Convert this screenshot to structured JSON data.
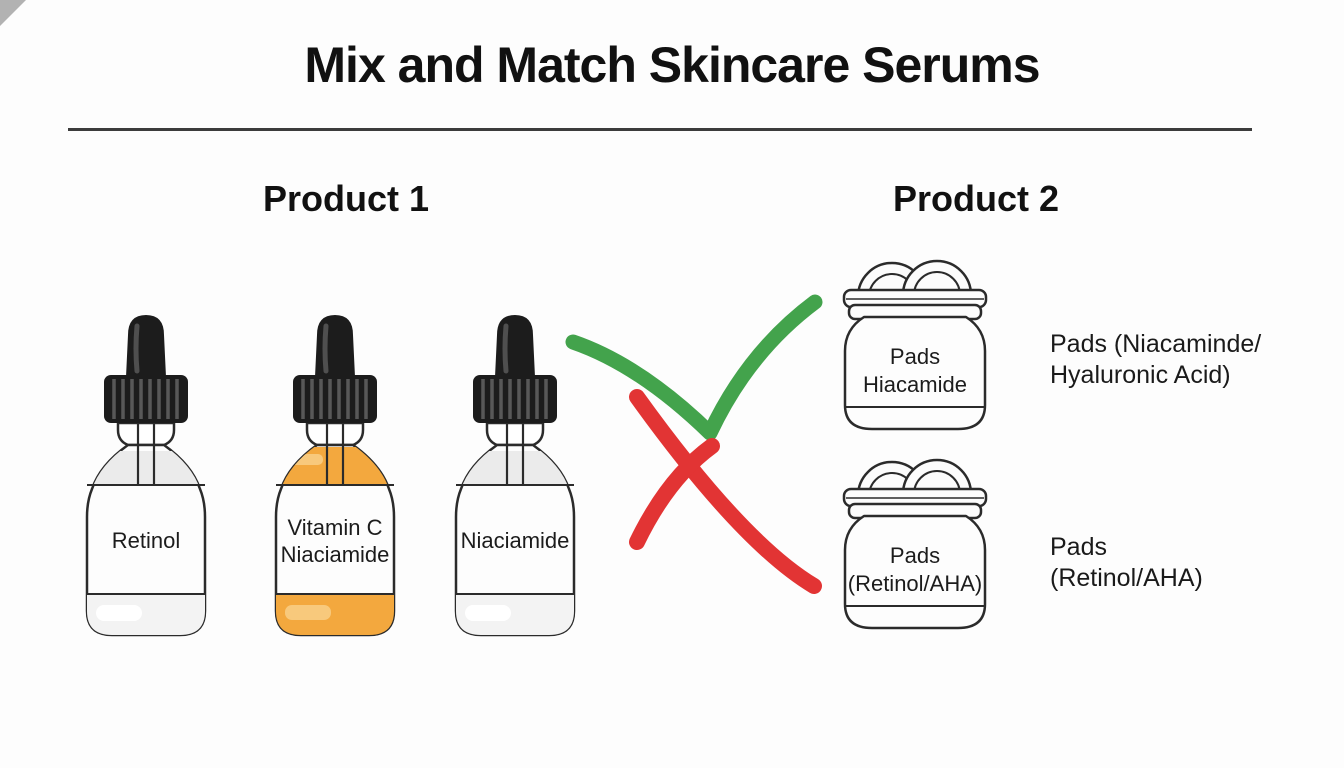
{
  "title": "Mix and Match Skincare Serums",
  "columns": {
    "left": "Product 1",
    "right": "Product 2"
  },
  "product1_bottles": [
    {
      "name": "retinol-serum-bottle",
      "lines": [
        "Retinol"
      ]
    },
    {
      "name": "vitamin-c-serum-bottle",
      "lines": [
        "Vitamin C",
        "Niaciamide"
      ]
    },
    {
      "name": "niacinamide-serum-bottle",
      "lines": [
        "Niaciamide"
      ]
    }
  ],
  "product2_jars": [
    {
      "name": "pads-jar-niacinamide",
      "lines": [
        "Pads",
        "Hiacamide"
      ]
    },
    {
      "name": "pads-jar-retinol-aha",
      "lines": [
        "Pads",
        "(Retinol/AHA)"
      ]
    }
  ],
  "side_labels": [
    {
      "lines": [
        "Pads (Niacaminde/",
        "Hyaluronic Acid)"
      ]
    },
    {
      "lines": [
        "Pads",
        "(Retinol/AHA)"
      ]
    }
  ],
  "icons": {
    "compatible": "green-checkmark-icon",
    "incompatible": "red-x-icon"
  },
  "colors": {
    "check_green": "#43a34c",
    "cross_red": "#e23434",
    "serum_orange": "#f3a83e",
    "serum_orange_light": "#f8c97c",
    "outline": "#2b2b2b",
    "divider": "#3c3c3c",
    "corner_gray": "#b2b2b2"
  }
}
